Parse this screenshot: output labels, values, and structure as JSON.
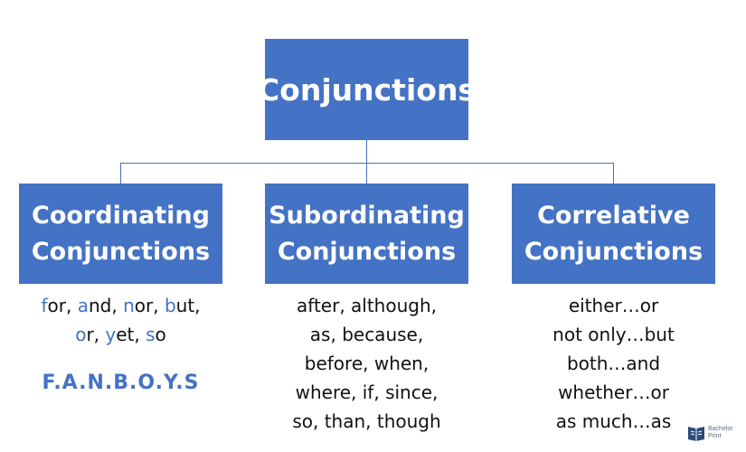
{
  "root": {
    "label": "Conjunctions"
  },
  "categories": [
    {
      "title_line1": "Coordinating",
      "title_line2": "Conjunctions",
      "words": [
        [
          {
            "hl": "f",
            "rest": "or,"
          },
          {
            "hl": "a",
            "rest": "nd,"
          },
          {
            "hl": "n",
            "rest": "or,"
          },
          {
            "hl": "b",
            "rest": "ut,"
          }
        ],
        [
          {
            "hl": "o",
            "rest": "r,"
          },
          {
            "hl": "y",
            "rest": "et,"
          },
          {
            "hl": "s",
            "rest": "o"
          }
        ]
      ],
      "mnemonic": "F.A.N.B.O.Y.S"
    },
    {
      "title_line1": "Subordinating",
      "title_line2": "Conjunctions",
      "lines": [
        "after, although,",
        "as, because,",
        "before, when,",
        "where, if, since,",
        "so, than, though"
      ]
    },
    {
      "title_line1": "Correlative",
      "title_line2": "Conjunctions",
      "lines": [
        "either…or",
        "not only…but",
        "both…and",
        "whether…or",
        "as much…as"
      ]
    }
  ],
  "logo": {
    "line1": "Bachelor",
    "line2": "Print",
    "icon": "book-logo-icon"
  },
  "colors": {
    "accent": "#4472c4",
    "text": "#111111"
  }
}
